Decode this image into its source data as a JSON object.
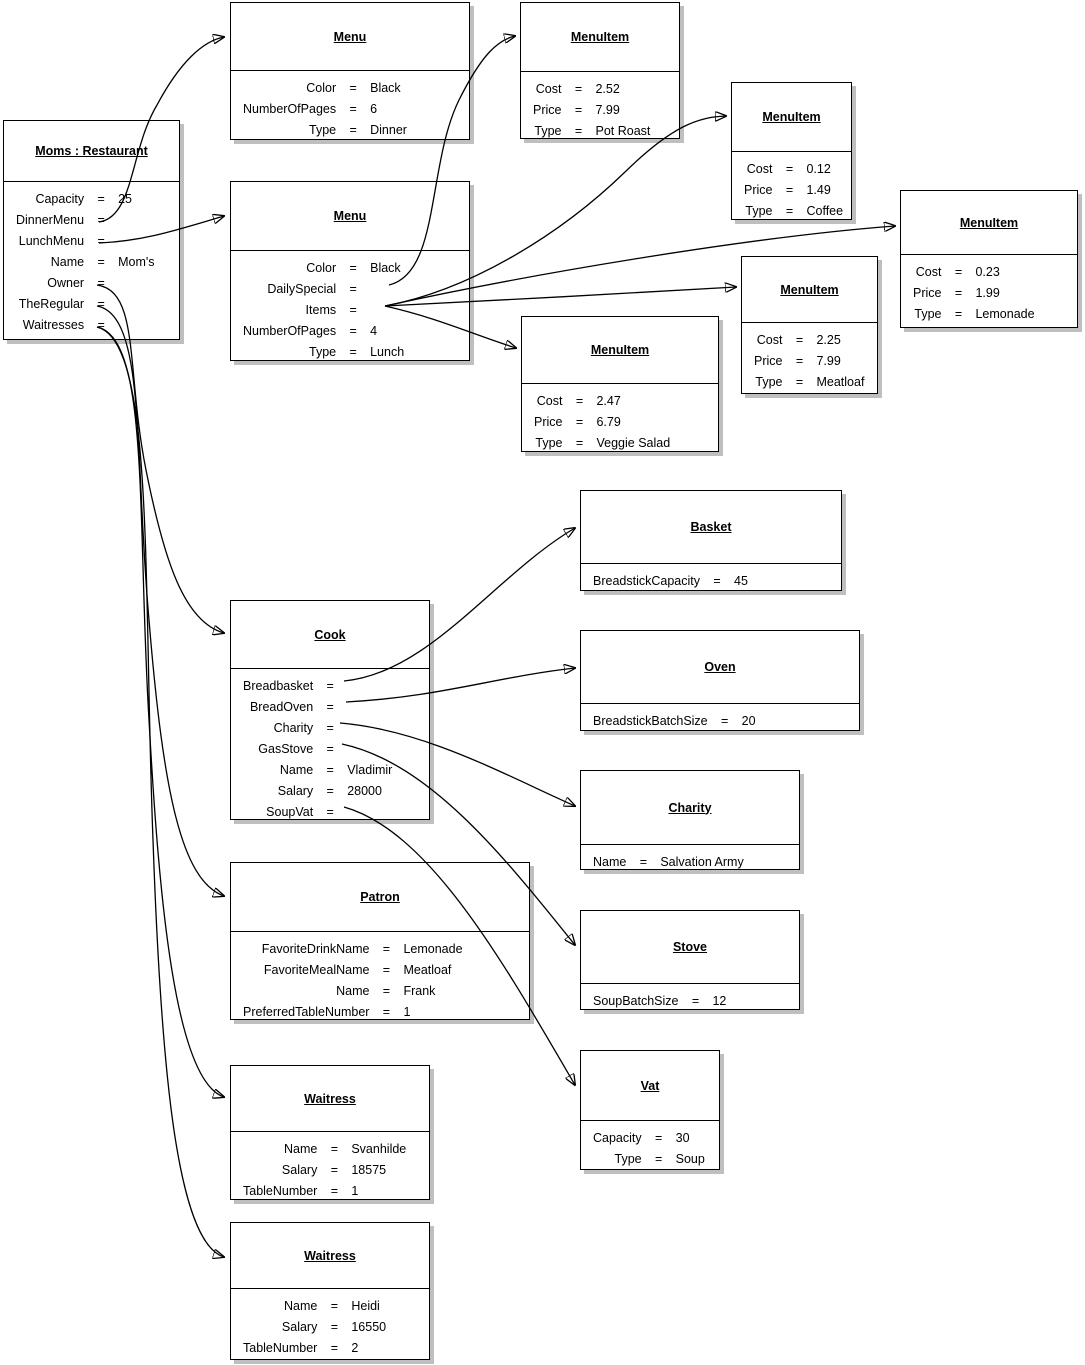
{
  "diagram": {
    "type": "uml-object-diagram",
    "colors": {
      "background": "#ffffff",
      "line": "#000000",
      "box_fill": "#ffffff",
      "shadow": "#bfbfbf"
    }
  },
  "boxes": {
    "moms": {
      "title": "Moms : Restaurant",
      "rows": [
        [
          "Capacity",
          "25"
        ],
        [
          "DinnerMenu",
          ""
        ],
        [
          "LunchMenu",
          ""
        ],
        [
          "Name",
          "Mom's"
        ],
        [
          "Owner",
          ""
        ],
        [
          "TheRegular",
          ""
        ],
        [
          "Waitresses",
          ""
        ]
      ]
    },
    "menu_dinner": {
      "title": "Menu",
      "rows": [
        [
          "Color",
          "Black"
        ],
        [
          "NumberOfPages",
          "6"
        ],
        [
          "Type",
          "Dinner"
        ]
      ]
    },
    "menuitem_potroast": {
      "title": "MenuItem",
      "rows": [
        [
          "Cost",
          "2.52"
        ],
        [
          "Price",
          "7.99"
        ],
        [
          "Type",
          "Pot Roast"
        ]
      ]
    },
    "menuitem_coffee": {
      "title": "MenuItem",
      "rows": [
        [
          "Cost",
          "0.12"
        ],
        [
          "Price",
          "1.49"
        ],
        [
          "Type",
          "Coffee"
        ]
      ]
    },
    "menu_lunch": {
      "title": "Menu",
      "rows": [
        [
          "Color",
          "Black"
        ],
        [
          "DailySpecial",
          ""
        ],
        [
          "Items",
          ""
        ],
        [
          "NumberOfPages",
          "4"
        ],
        [
          "Type",
          "Lunch"
        ]
      ]
    },
    "menuitem_lemonade": {
      "title": "MenuItem",
      "rows": [
        [
          "Cost",
          "0.23"
        ],
        [
          "Price",
          "1.99"
        ],
        [
          "Type",
          "Lemonade"
        ]
      ]
    },
    "menuitem_meatloaf": {
      "title": "MenuItem",
      "rows": [
        [
          "Cost",
          "2.25"
        ],
        [
          "Price",
          "7.99"
        ],
        [
          "Type",
          "Meatloaf"
        ]
      ]
    },
    "menuitem_veggiesalad": {
      "title": "MenuItem",
      "rows": [
        [
          "Cost",
          "2.47"
        ],
        [
          "Price",
          "6.79"
        ],
        [
          "Type",
          "Veggie Salad"
        ]
      ]
    },
    "basket": {
      "title": "Basket",
      "rows": [
        [
          "BreadstickCapacity",
          "45"
        ]
      ]
    },
    "cook": {
      "title": "Cook",
      "rows": [
        [
          "Breadbasket",
          ""
        ],
        [
          "BreadOven",
          ""
        ],
        [
          "Charity",
          ""
        ],
        [
          "GasStove",
          ""
        ],
        [
          "Name",
          "Vladimir"
        ],
        [
          "Salary",
          "28000"
        ],
        [
          "SoupVat",
          ""
        ]
      ]
    },
    "oven": {
      "title": "Oven",
      "rows": [
        [
          "BreadstickBatchSize",
          "20"
        ]
      ]
    },
    "charity": {
      "title": "Charity",
      "rows": [
        [
          "Name",
          "Salvation Army"
        ]
      ]
    },
    "patron": {
      "title": "Patron",
      "rows": [
        [
          "FavoriteDrinkName",
          "Lemonade"
        ],
        [
          "FavoriteMealName",
          "Meatloaf"
        ],
        [
          "Name",
          "Frank"
        ],
        [
          "PreferredTableNumber",
          "1"
        ]
      ]
    },
    "stove": {
      "title": "Stove",
      "rows": [
        [
          "SoupBatchSize",
          "12"
        ]
      ]
    },
    "vat": {
      "title": "Vat",
      "rows": [
        [
          "Capacity",
          "30"
        ],
        [
          "Type",
          "Soup"
        ]
      ]
    },
    "waitress_svanhilde": {
      "title": "Waitress",
      "rows": [
        [
          "Name",
          "Svanhilde"
        ],
        [
          "Salary",
          "18575"
        ],
        [
          "TableNumber",
          "1"
        ]
      ]
    },
    "waitress_heidi": {
      "title": "Waitress",
      "rows": [
        [
          "Name",
          "Heidi"
        ],
        [
          "Salary",
          "16550"
        ],
        [
          "TableNumber",
          "2"
        ]
      ]
    }
  },
  "connectors": [
    {
      "from": "moms.DinnerMenu",
      "to": "menu_dinner"
    },
    {
      "from": "moms.LunchMenu",
      "to": "menu_lunch"
    },
    {
      "from": "moms.Owner",
      "to": "cook"
    },
    {
      "from": "moms.TheRegular",
      "to": "patron"
    },
    {
      "from": "moms.Waitresses",
      "to": "waitress_svanhilde"
    },
    {
      "from": "moms.Waitresses",
      "to": "waitress_heidi"
    },
    {
      "from": "menu_lunch.DailySpecial",
      "to": "menuitem_potroast"
    },
    {
      "from": "menu_lunch.Items",
      "to": "menuitem_coffee"
    },
    {
      "from": "menu_lunch.Items",
      "to": "menuitem_lemonade"
    },
    {
      "from": "menu_lunch.Items",
      "to": "menuitem_meatloaf"
    },
    {
      "from": "menu_lunch.Items",
      "to": "menuitem_veggiesalad"
    },
    {
      "from": "cook.Breadbasket",
      "to": "basket"
    },
    {
      "from": "cook.BreadOven",
      "to": "oven"
    },
    {
      "from": "cook.Charity",
      "to": "charity"
    },
    {
      "from": "cook.GasStove",
      "to": "stove"
    },
    {
      "from": "cook.SoupVat",
      "to": "vat"
    }
  ]
}
